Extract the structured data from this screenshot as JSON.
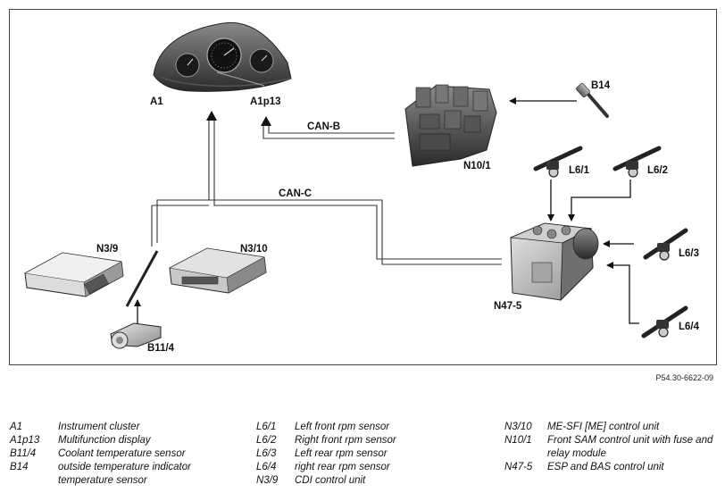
{
  "diagram": {
    "labels": {
      "a1": "A1",
      "a1p13": "A1p13",
      "can_b": "CAN-B",
      "can_c": "CAN-C",
      "b14": "B14",
      "n10_1": "N10/1",
      "l6_1": "L6/1",
      "l6_2": "L6/2",
      "l6_3": "L6/3",
      "l6_4": "L6/4",
      "n3_9": "N3/9",
      "n3_10": "N3/10",
      "n47_5": "N47-5",
      "b11_4": "B11/4"
    },
    "reference": "P54.30-6622-09"
  },
  "legend": {
    "col1": [
      {
        "code": "A1",
        "desc": "Instrument cluster"
      },
      {
        "code": "A1p13",
        "desc": "Multifunction display"
      },
      {
        "code": "B11/4",
        "desc": "Coolant temperature sensor"
      },
      {
        "code": "B14",
        "desc": "outside temperature indicator temperature sensor"
      }
    ],
    "col2": [
      {
        "code": "L6/1",
        "desc": "Left front rpm sensor"
      },
      {
        "code": "L6/2",
        "desc": "Right front rpm sensor"
      },
      {
        "code": "L6/3",
        "desc": "Left rear rpm sensor"
      },
      {
        "code": "L6/4",
        "desc": "right rear rpm sensor"
      },
      {
        "code": "N3/9",
        "desc": "CDI control unit"
      }
    ],
    "col3": [
      {
        "code": "N3/10",
        "desc": "ME-SFI [ME] control unit"
      },
      {
        "code": "N10/1",
        "desc": "Front SAM control unit with fuse and relay module"
      },
      {
        "code": "N47-5",
        "desc": "ESP and BAS control unit"
      }
    ]
  }
}
